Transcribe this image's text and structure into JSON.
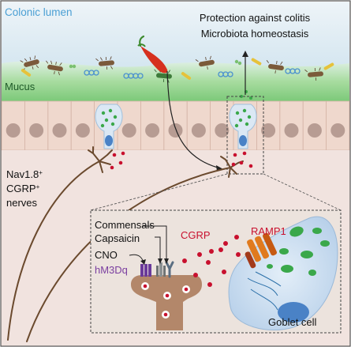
{
  "labels": {
    "colonic_lumen": "Colonic lumen",
    "protection_line1": "Protection against colitis",
    "protection_line2": "Microbiota homeostasis",
    "mucus": "Mucus",
    "nerve_line1": "Nav1.8",
    "nerve_line1_sup": "+",
    "nerve_line2": "CGRP",
    "nerve_line2_sup": "+",
    "nerve_line3": "nerves",
    "commensals": "Commensals",
    "capsaicin": "Capsaicin",
    "cno": "CNO",
    "hm3dq": "hM3Dq",
    "cgrp": "CGRP",
    "ramp1": "RAMP1",
    "goblet_cell": "Goblet cell"
  },
  "colors": {
    "lumen_text": "#4a9fd4",
    "lumen_bg": "#dbe9f2",
    "mucus_green": "#8fd08a",
    "mucus_text": "#1f6b2a",
    "epithelium": "#efd9cf",
    "nucleus": "#b79c93",
    "tissue_bg": "#f3e4e0",
    "nerve": "#6b4a2e",
    "cgrp_dot": "#c8102e",
    "hm3dq_text": "#7b3fa0",
    "ramp1_text": "#c8102e",
    "goblet_green": "#38a84a",
    "goblet_blue": "#cfe0f1",
    "inset_bg": "#efe6e0"
  }
}
